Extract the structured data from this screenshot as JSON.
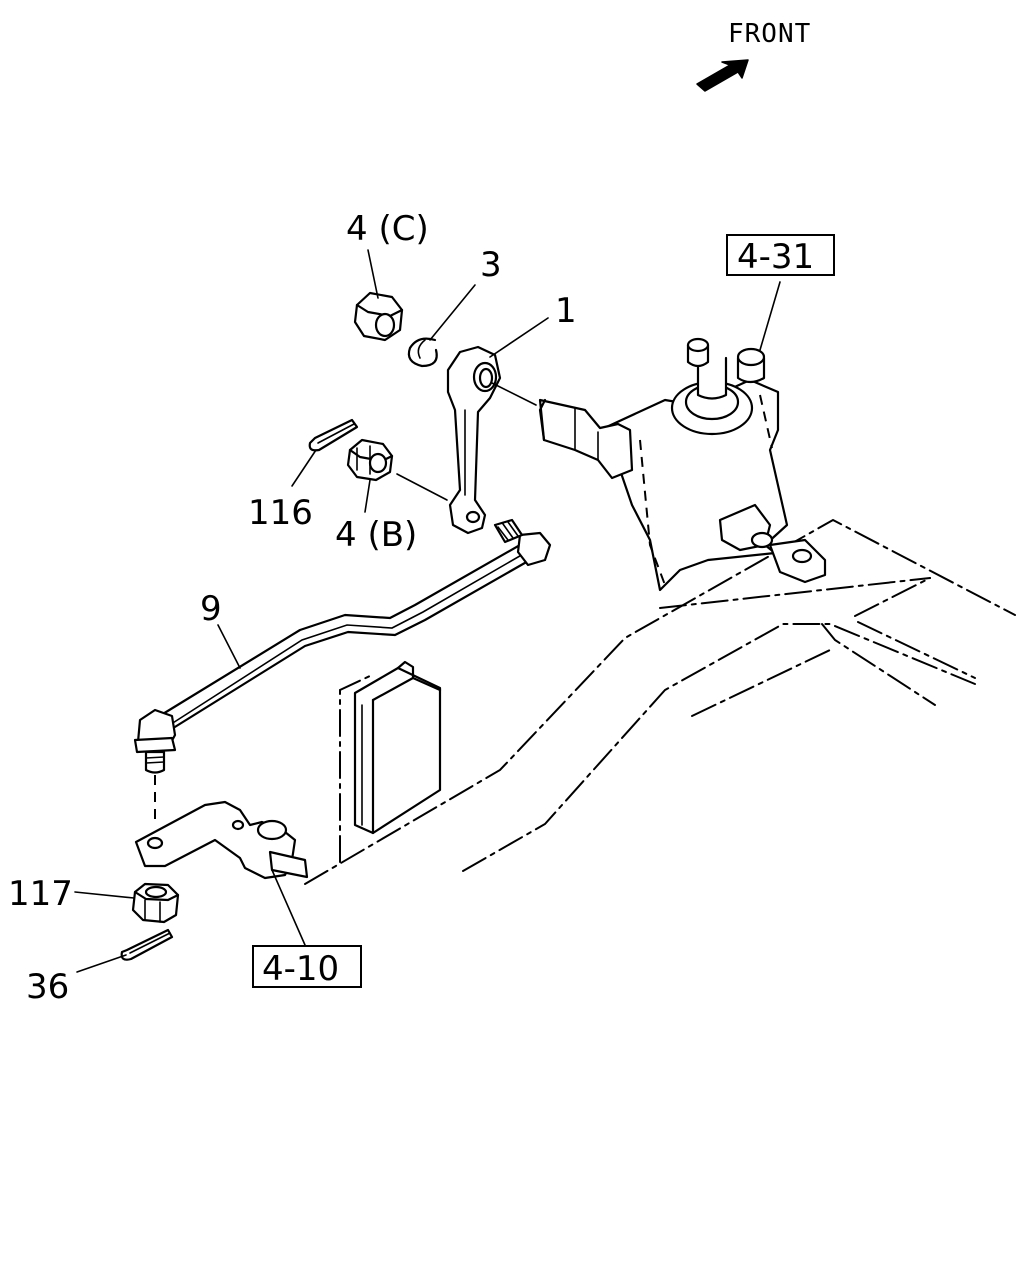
{
  "front_indicator": {
    "text": "FRONT",
    "icon": "arrow-icon"
  },
  "callouts": [
    {
      "id": "c-4c",
      "label": "4 (C)"
    },
    {
      "id": "c-3",
      "label": "3"
    },
    {
      "id": "c-1",
      "label": "1"
    },
    {
      "id": "c-116",
      "label": "116"
    },
    {
      "id": "c-4b",
      "label": "4 (B)"
    },
    {
      "id": "c-9",
      "label": "9"
    },
    {
      "id": "c-117",
      "label": "117"
    },
    {
      "id": "c-36",
      "label": "36"
    }
  ],
  "reference_boxes": [
    {
      "id": "ref-4-31",
      "label": "4-31"
    },
    {
      "id": "ref-4-10",
      "label": "4-10"
    }
  ]
}
